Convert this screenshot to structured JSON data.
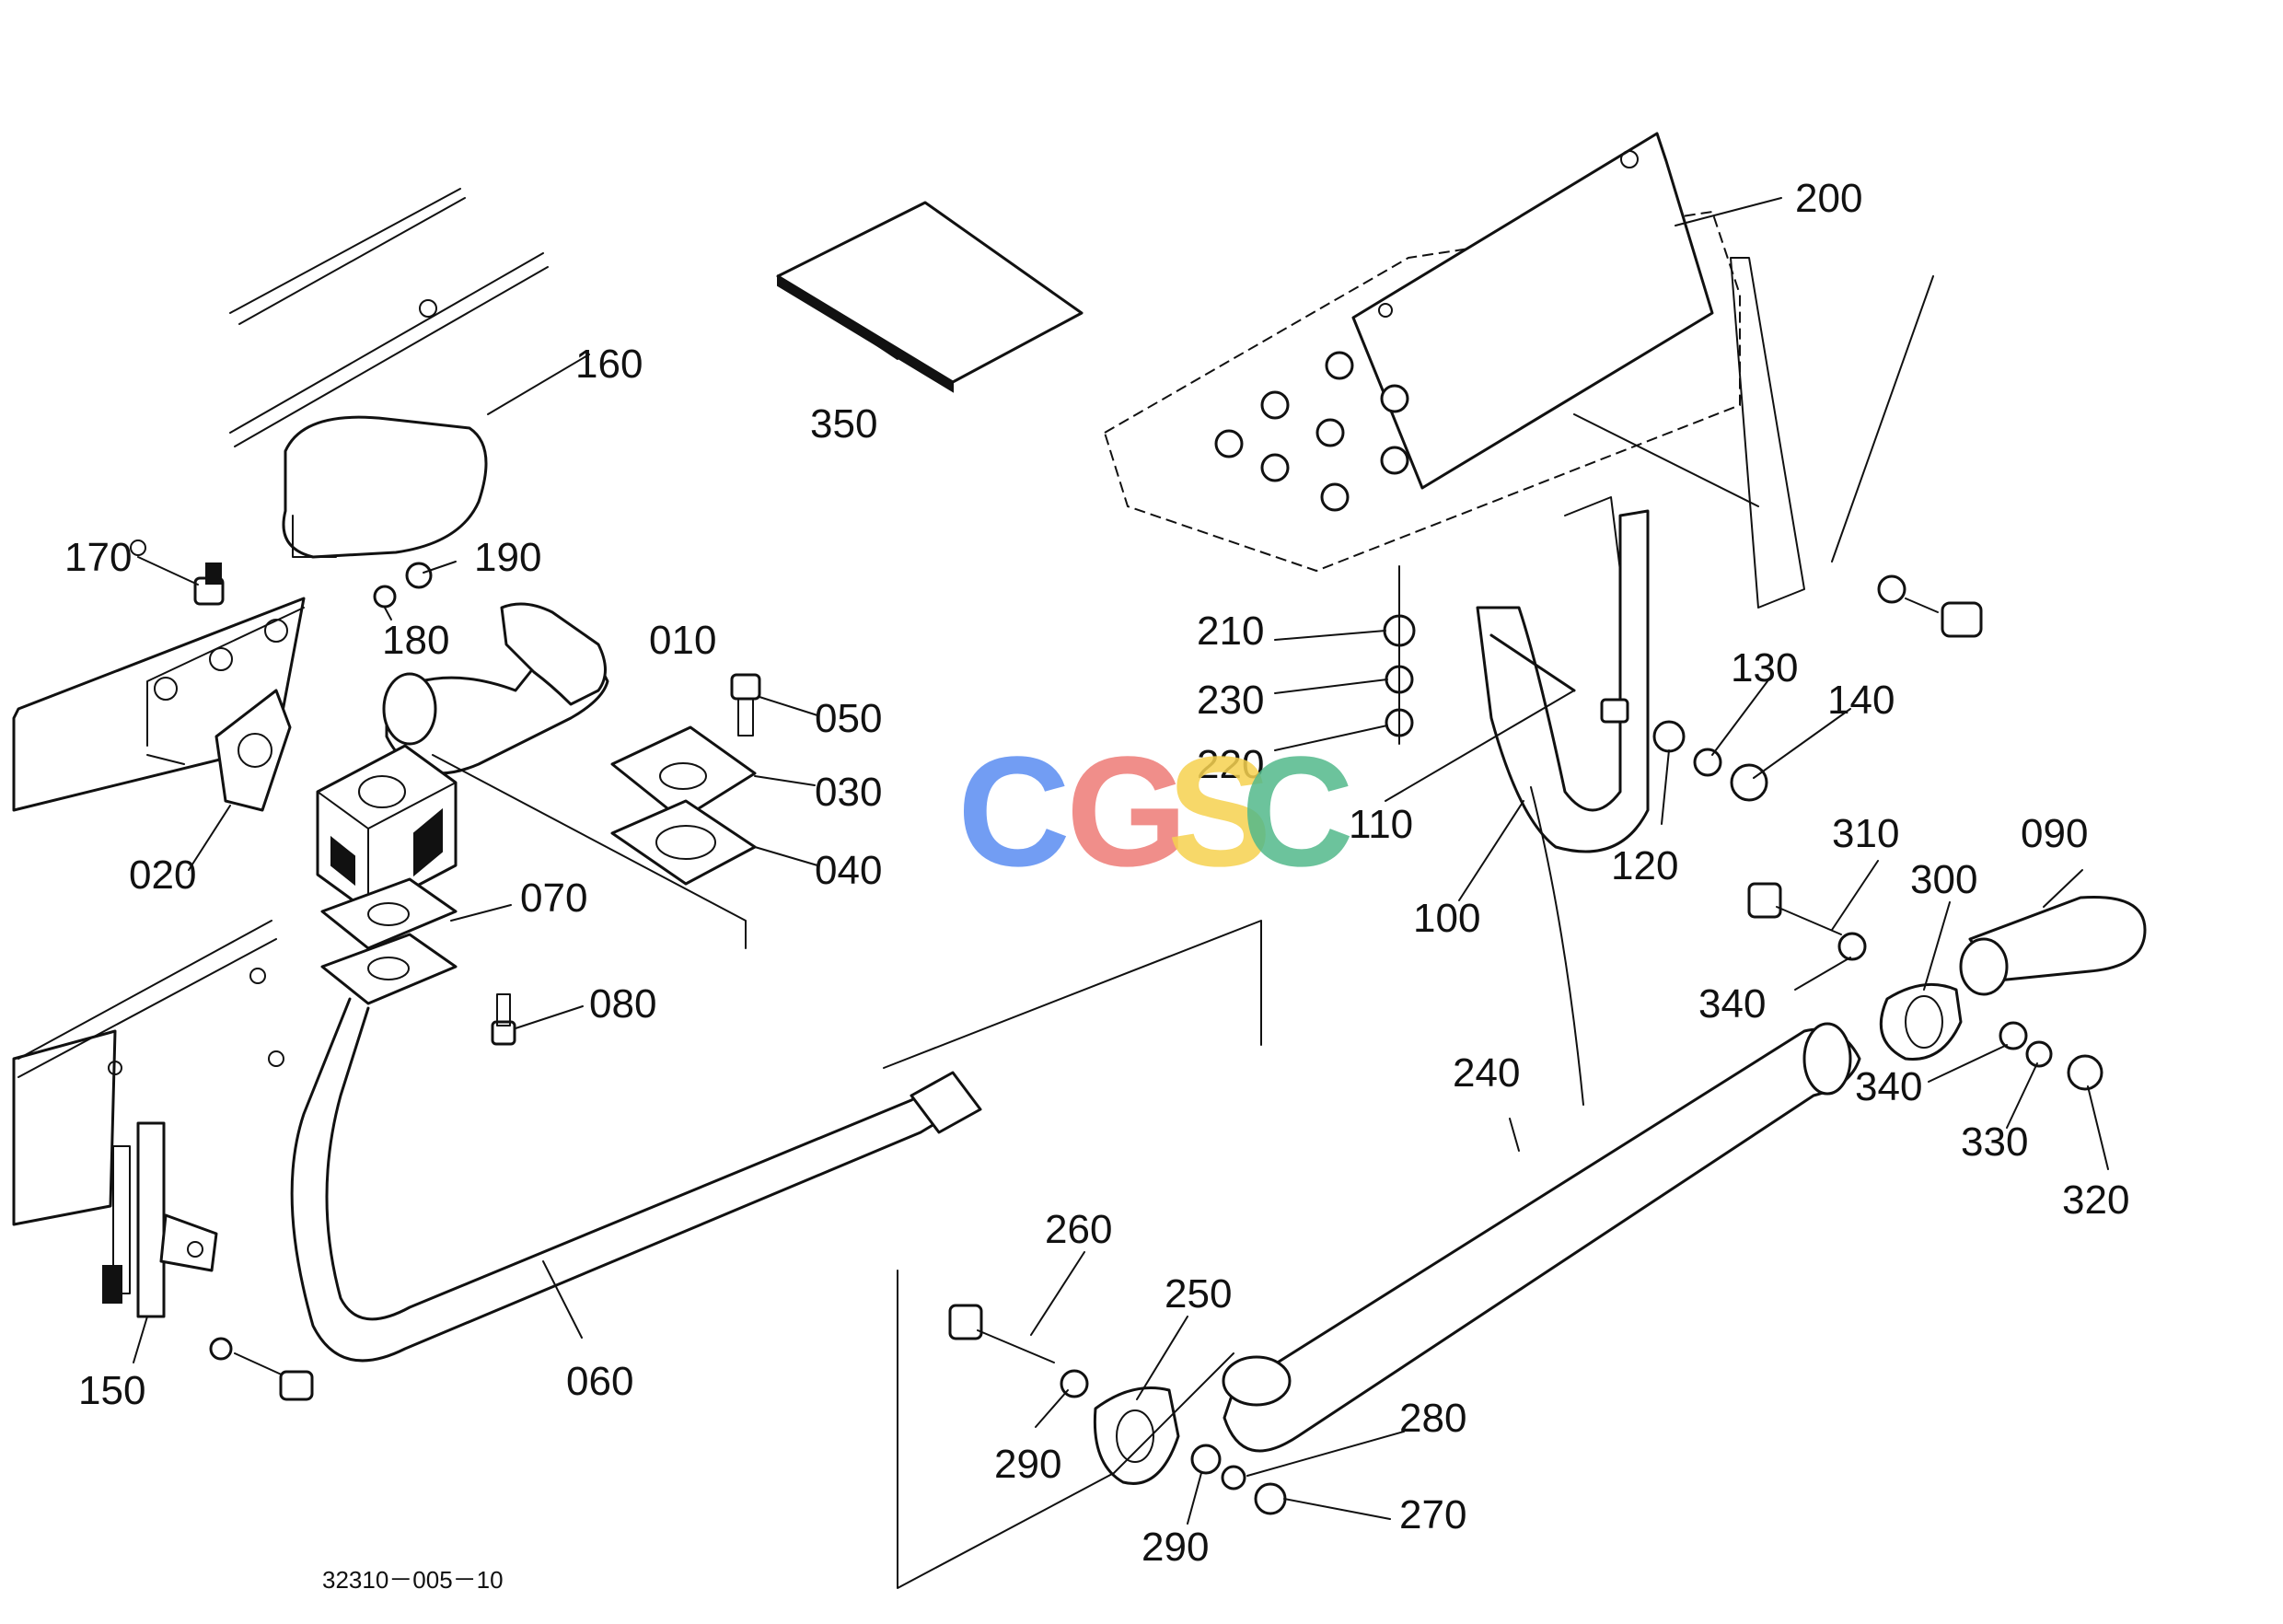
{
  "diagram_code": "32310－005－10",
  "watermark": {
    "letters": [
      {
        "char": "C",
        "color": "#5a8df2"
      },
      {
        "char": "G",
        "color": "#ee7b76"
      },
      {
        "char": "S",
        "color": "#f6d250"
      },
      {
        "char": "C",
        "color": "#53b98b"
      }
    ]
  },
  "callouts": [
    "200",
    "350",
    "160",
    "170",
    "190",
    "180",
    "010",
    "210",
    "230",
    "220",
    "050",
    "130",
    "140",
    "030",
    "020",
    "040",
    "110",
    "120",
    "070",
    "100",
    "310",
    "090",
    "300",
    "080",
    "340",
    "240",
    "340",
    "330",
    "320",
    "260",
    "250",
    "060",
    "280",
    "150",
    "290",
    "270",
    "290"
  ]
}
